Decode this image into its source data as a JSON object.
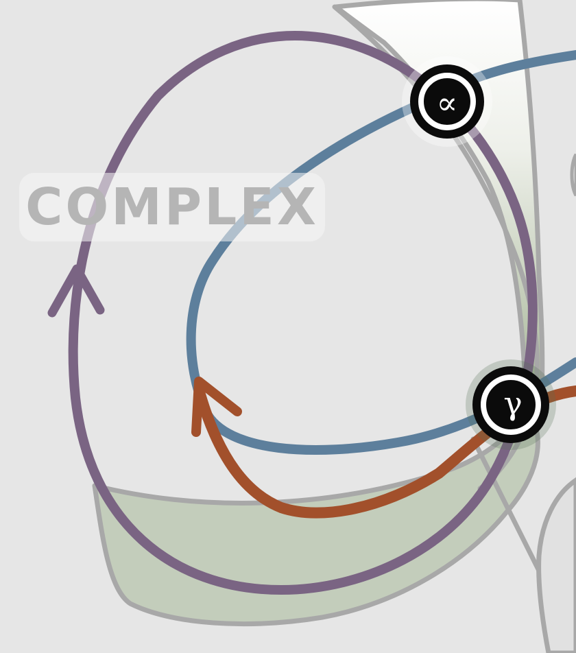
{
  "diagram": {
    "zone_label": "COMPLEX",
    "nodes": [
      {
        "id": "alpha",
        "symbol": "∝"
      },
      {
        "id": "gamma",
        "symbol": "γ"
      }
    ],
    "colors": {
      "background": "#e6e6e6",
      "zone_fill": "#c3cdbb",
      "zone_stroke": "#a8a8a8",
      "purple_loop": "#7a6483",
      "blue_path": "#5d7f9c",
      "orange_arrow": "#a2502b",
      "node_ring": "#0b0b0b"
    }
  }
}
